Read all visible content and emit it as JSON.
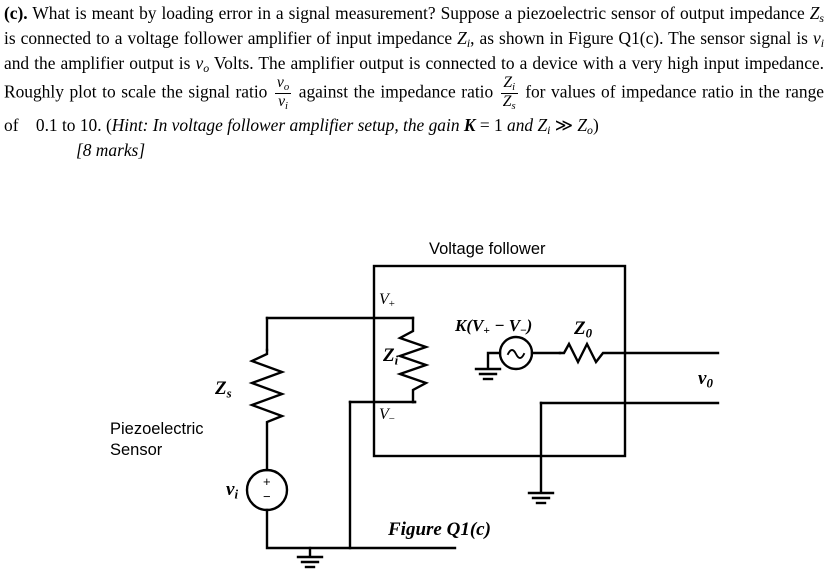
{
  "question": {
    "label": "(c).",
    "line1_a": " What is meant by loading error in a signal measurement? Suppose a piezoelectric sensor of output impedance ",
    "var_Zs": "Z",
    "sub_s": "s",
    "line1_b": " is connected to a voltage follower amplifier of input impedance ",
    "var_Zi": "Z",
    "sub_i": "i",
    "line1_c": ", as shown in Figure Q1(c). The sensor signal is ",
    "var_vi": "v",
    "sub_i2": "i",
    "line1_d": " and the amplifier output is ",
    "var_vo": "v",
    "sub_o": "o",
    "line1_e": " Volts. The amplifier output is connected to a device with a very high input impedance. Roughly plot to scale the signal ratio ",
    "frac1_num": "v",
    "frac1_num_sub": "o",
    "frac1_den": "v",
    "frac1_den_sub": "i",
    "line1_f": " against the impedance ratio ",
    "frac2_num": "Z",
    "frac2_num_sub": "i",
    "frac2_den": "Z",
    "frac2_den_sub": "s",
    "line1_g": " for values of impedance ratio in the range of",
    "range_value": "0.1 to 10.",
    "hint_open": "(",
    "hint_label": "Hint: In voltage follower amplifier setup, the gain ",
    "hint_K": "K",
    "hint_eq": " = 1 ",
    "hint_and": "and ",
    "hint_Zi": "Z",
    "hint_Zi_sub": "i",
    "hint_gg": " ≫ ",
    "hint_Zo": "Z",
    "hint_Zo_sub": "o",
    "hint_close": ")",
    "marks": "[8 marks]"
  },
  "diagram": {
    "title": "Voltage follower",
    "sensor_label_line1": "Piezoelectric",
    "sensor_label_line2": "Sensor",
    "label_Zs": "Z",
    "label_Zs_sub": "s",
    "label_Zi": "Z",
    "label_Zi_sub": "i",
    "label_Z0": "Z",
    "label_Z0_sub": "0",
    "label_vi": "v",
    "label_vi_sub": "i",
    "label_v0": "v",
    "label_v0_sub": "0",
    "label_Vplus": "V",
    "label_Vplus_sub": "+",
    "label_Vminus": "V",
    "label_Vminus_sub": "−",
    "label_dependent_source": "K(V",
    "label_dependent_source_sub1": "+",
    "label_dependent_source_mid": " − V",
    "label_dependent_source_sub2": "−",
    "label_dependent_source_end": ")",
    "source_plus": "+",
    "source_minus": "−",
    "ac_symbol": "∿",
    "caption": "Figure Q1(c)",
    "stroke_color": "#000000",
    "line_width": 2.4
  }
}
